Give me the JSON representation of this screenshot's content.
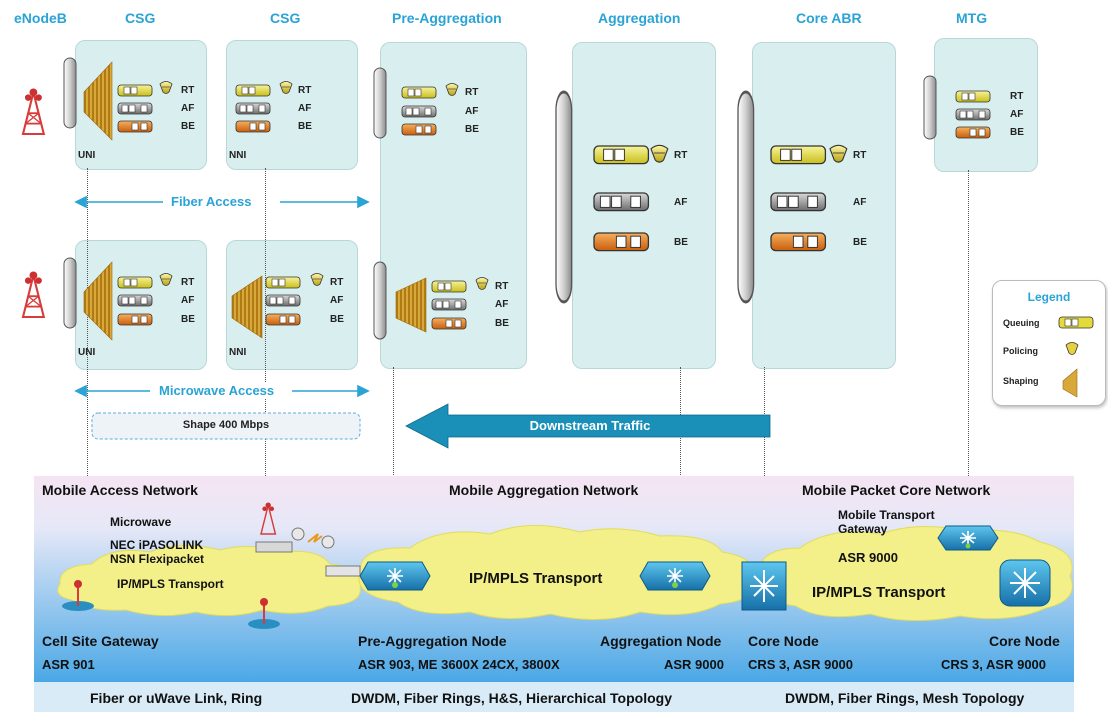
{
  "headers": {
    "enodeb": "eNodeB",
    "csg1": "CSG",
    "csg2": "CSG",
    "preagg": "Pre-Aggregation",
    "agg": "Aggregation",
    "coreabr": "Core ABR",
    "mtg": "MTG"
  },
  "queues": {
    "rt": "RT",
    "af": "AF",
    "be": "BE"
  },
  "interfaces": {
    "uni": "UNI",
    "nni": "NNI"
  },
  "captions": {
    "fiber_access": "Fiber Access",
    "microwave_access": "Microwave Access",
    "shape": "Shape 400 Mbps",
    "downstream": "Downstream Traffic"
  },
  "legend": {
    "title": "Legend",
    "queuing": "Queuing",
    "policing": "Policing",
    "shaping": "Shaping"
  },
  "networks": {
    "access": "Mobile Access Network",
    "aggregation": "Mobile Aggregation Network",
    "core": "Mobile Packet Core Network"
  },
  "access_text": {
    "microwave": "Microwave",
    "nec": "NEC iPASOLINK",
    "nsn": "NSN Flexipacket"
  },
  "clouds": {
    "access": "IP/MPLS Transport",
    "aggregation": "IP/MPLS Transport",
    "core": "IP/MPLS Transport"
  },
  "mtg_label": {
    "line1": "Mobile Transport",
    "line2": "Gateway",
    "line3": "ASR 9000"
  },
  "nodes": {
    "csg_title": "Cell Site Gateway",
    "csg_model": "ASR 901",
    "preagg_title": "Pre-Aggregation Node",
    "preagg_model": "ASR 903, ME 3600X 24CX, 3800X",
    "agg_title": "Aggregation Node",
    "agg_model": "ASR 9000",
    "core1_title": "Core Node",
    "core1_model": "CRS 3, ASR 9000",
    "core2_title": "Core Node",
    "core2_model": "CRS 3, ASR 9000"
  },
  "footer": {
    "access": "Fiber or uWave Link, Ring",
    "aggregation": "DWDM, Fiber Rings, H&S, Hierarchical Topology",
    "core": "DWDM, Fiber Rings, Mesh Topology"
  },
  "colors": {
    "header_blue": "#2aa3d6",
    "box_fill": "#d9eeee",
    "queue_rt": "#e8e04a",
    "queue_af": "#9a9a9a",
    "queue_be": "#e07a1e",
    "cloud": "#f3f08a",
    "router": "#2a8fc0",
    "arrow": "#1a8fb8"
  }
}
